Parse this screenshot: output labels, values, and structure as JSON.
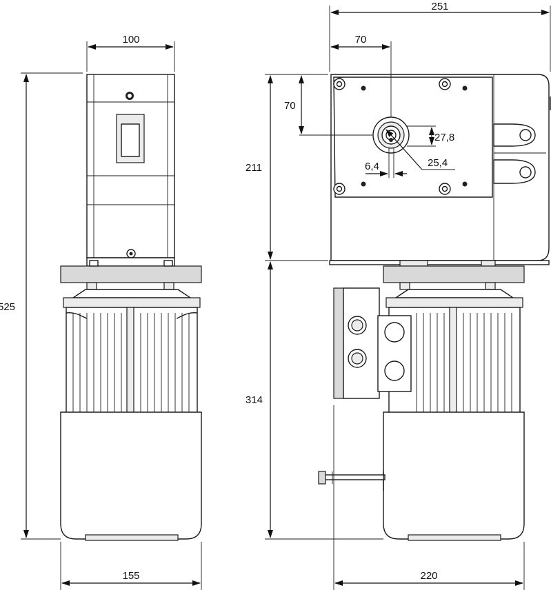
{
  "dimensions": {
    "front_top_width": "100",
    "front_total_height": "525",
    "front_bottom_width": "155",
    "side_total_width": "251",
    "side_shaft_offset_x": "70",
    "side_shaft_offset_y": "70",
    "side_gearbox_height": "211",
    "side_motor_height": "314",
    "side_bottom_width": "220",
    "bore_diameter": "27,8",
    "key_width": "6,4",
    "key_depth": "25,4"
  }
}
